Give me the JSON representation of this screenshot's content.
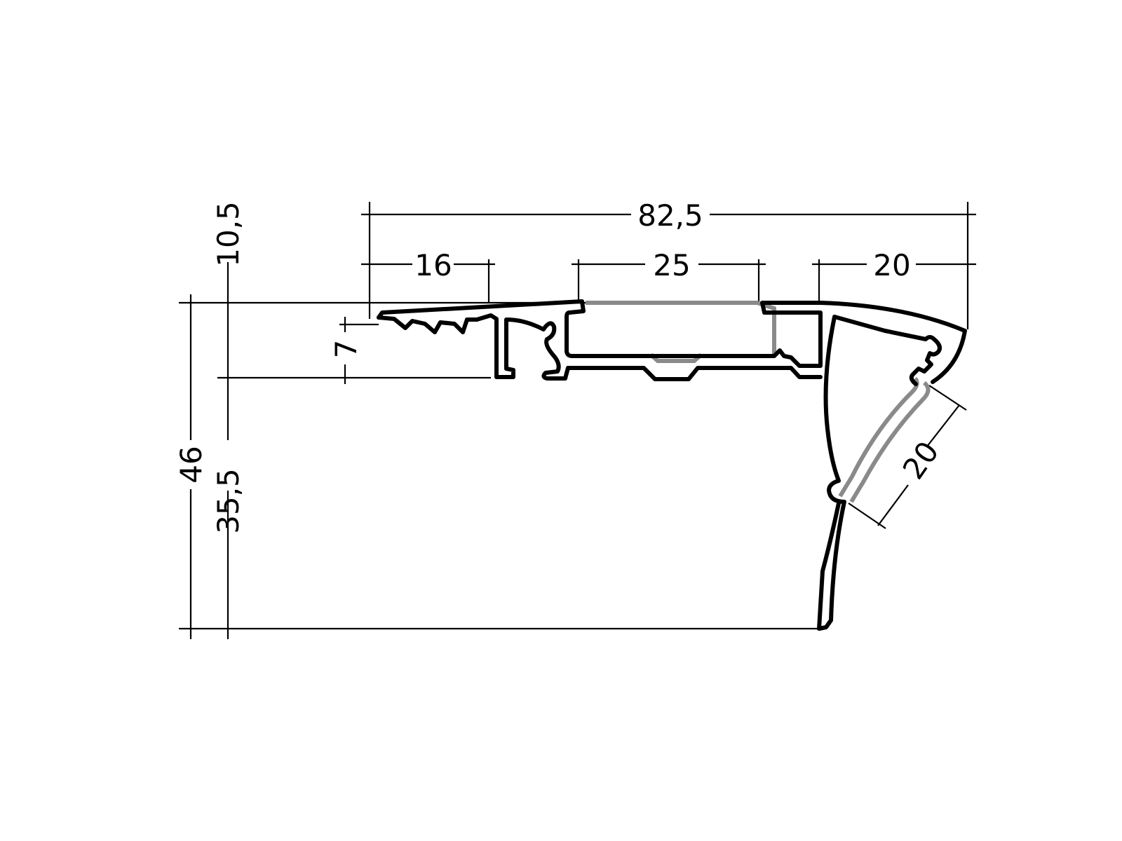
{
  "drawing": {
    "type": "stair nosing aluminium profile cross-section",
    "units": "mm",
    "colors": {
      "profile": "#000000",
      "insert": "#8a8a8a",
      "background": "#ffffff"
    },
    "dimensions": {
      "overall_width": "82,5",
      "tread_grip_width": "16",
      "insert_channel_width": "25",
      "nose_width": "20",
      "nose_insert_width": "20",
      "top_thickness": "10,5",
      "grip_depth": "7",
      "overall_height": "46",
      "nose_height": "35,5"
    }
  }
}
